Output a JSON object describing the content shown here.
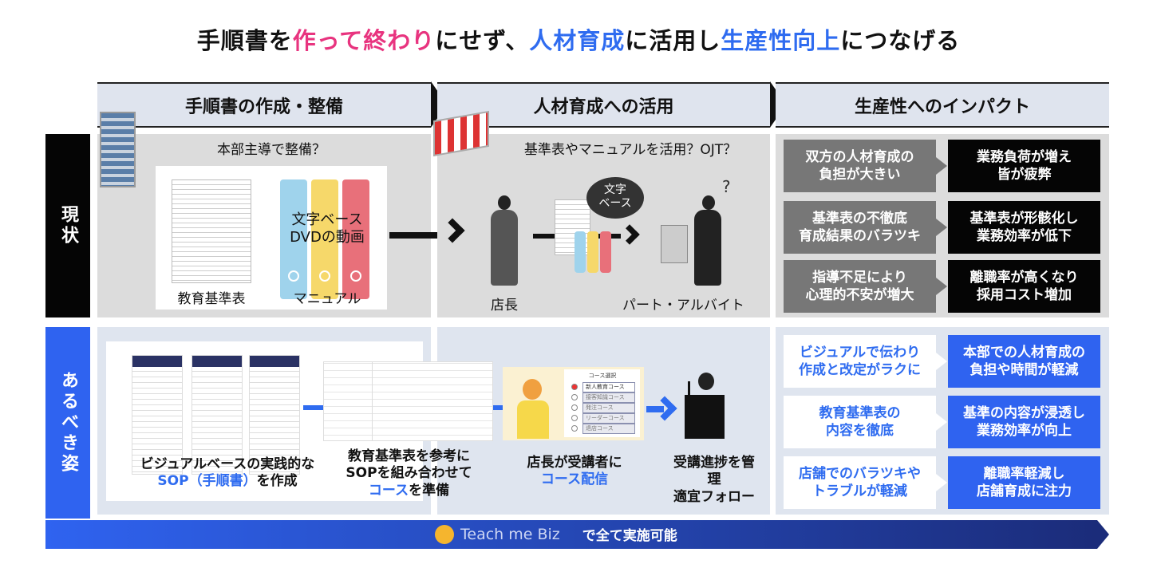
{
  "title": {
    "p1": "手順書を",
    "p2": "作って終わり",
    "p3": "にせず、",
    "p4": "人材育成",
    "p5": "に活用し",
    "p6": "生産性向上",
    "p7": "につなげる"
  },
  "columns": [
    "手順書の作成・整備",
    "人材育成への活用",
    "生産性へのインパクト"
  ],
  "rows": {
    "current": "現状",
    "ideal": "あるべき姿"
  },
  "current": {
    "col1": {
      "caption": "本部主導で整備？",
      "binder_text": "文字ベース\nDVDの動画",
      "label_left": "教育基準表",
      "label_right": "マニュアル"
    },
    "col2": {
      "caption": "基準表やマニュアルを活用？OJT？",
      "bubble": "文字\nベース",
      "question": "?",
      "label_left": "店長",
      "label_right": "パート・アルバイト"
    },
    "impacts": [
      {
        "cause": "双方の人材育成の\n負担が大きい",
        "effect": "業務負荷が増え\n皆が疲弊"
      },
      {
        "cause": "基準表の不徹底\n育成結果のバラツキ",
        "effect": "基準表が形骸化し\n業務効率が低下"
      },
      {
        "cause": "指導不足により\n心理的不安が増大",
        "effect": "離職率が高くなり\n採用コスト増加"
      }
    ]
  },
  "ideal": {
    "step1": {
      "l1": "ビジュアルベースの実践的な",
      "l2_blue": "SOP（手順書）",
      "l2": "を作成"
    },
    "step2": {
      "l1": "教育基準表を参考に",
      "l2": "SOPを組み合わせて",
      "l3_blue": "コース",
      "l3": "を準備"
    },
    "step3": {
      "l1": "店長が受講者に",
      "l2_blue": "コース配信",
      "course_title": "コース選択",
      "courses": [
        "新人教育コース",
        "接客知識コース",
        "発注コース",
        "リーダーコース",
        "退店コース"
      ]
    },
    "step4": {
      "l1": "受講進捗を管",
      "l2": "理",
      "l3": "適宜フォロー"
    },
    "impacts": [
      {
        "cause": "ビジュアルで伝わり\n作成と改定がラクに",
        "effect": "本部での人材育成の\n負担や時間が軽減"
      },
      {
        "cause": "教育基準表の\n内容を徹底",
        "effect": "基準の内容が浸透し\n業務効率が向上"
      },
      {
        "cause": "店舗でのバラツキや\nトラブルが軽減",
        "effect": "離職率軽減し\n店舗育成に注力"
      }
    ]
  },
  "banner": {
    "brand": "Teach me Biz",
    "text": "で全て実施可能"
  },
  "colors": {
    "pink": "#e8347f",
    "blue": "#2f6cf0",
    "black": "#050505",
    "gray": "#777777"
  }
}
